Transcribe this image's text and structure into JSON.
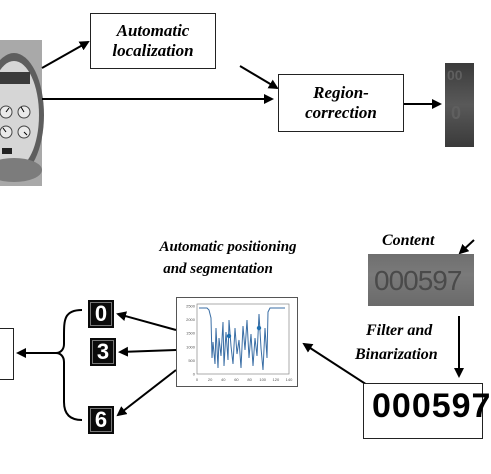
{
  "boxes": {
    "localization": {
      "line1": "Automatic",
      "line2": "localization"
    },
    "region_correction": {
      "line1": "Region-",
      "line2": "correction"
    }
  },
  "labels": {
    "content": "Content",
    "positioning_line1": "Automatic positioning",
    "positioning_line2": "and segmentation",
    "filter_line1": "Filter and",
    "filter_line2": "Binarization"
  },
  "meter_readout": {
    "gray_text": "000597",
    "binary_text": "000597"
  },
  "segmented_digits": [
    "0",
    "3",
    "6"
  ],
  "plot": {
    "y_ticks": [
      "2500",
      "2000",
      "1500",
      "1000",
      "500",
      "0"
    ],
    "x_ticks": [
      "0",
      "20",
      "40",
      "60",
      "80",
      "100",
      "120",
      "140"
    ]
  },
  "colors": {
    "line": "#000000",
    "plot_series": "#3a6ea5",
    "plot_marker": "#1f6fb0",
    "dark_crop": "#474747",
    "gray_strip": "#717171"
  }
}
